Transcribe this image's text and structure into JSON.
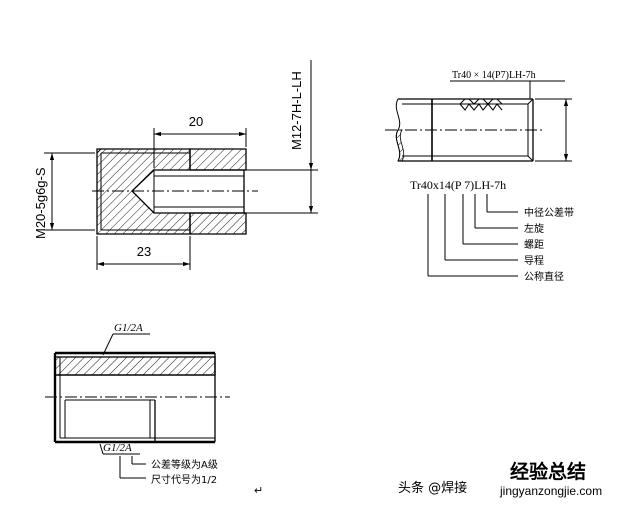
{
  "fig1": {
    "dim_top": "20",
    "dim_bottom": "23",
    "label_left": "M20-5g6g-S",
    "label_right": "M12-7H-L-LH"
  },
  "fig2": {
    "top_label": "Tr40 × 14(P7)LH-7h",
    "designation": "Tr40x14(P 7)LH-7h",
    "legend": [
      "中径公差带",
      "左旋",
      "螺距",
      "导程",
      "公称直径"
    ]
  },
  "fig3": {
    "top_label": "G1/2A",
    "bottom_label": "G1/2A",
    "legend": [
      "公差等级为A级",
      "尺寸代号为1/2"
    ],
    "return_mark": "↵"
  },
  "footer": {
    "source": "头条 @焊接",
    "watermark_title": "经验总结",
    "watermark_url": "jingyanzongjie.com"
  }
}
